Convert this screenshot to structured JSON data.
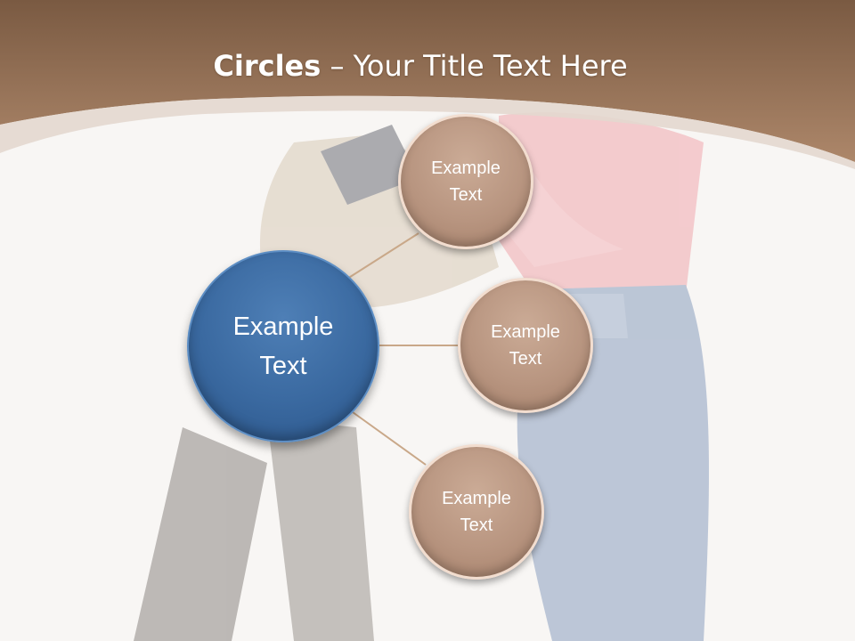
{
  "title": {
    "bold": "Circles",
    "rest": " – Your Title Text Here"
  },
  "diagram": {
    "center": {
      "text": "Example\nText"
    },
    "nodes": [
      {
        "text": "Example\nText"
      },
      {
        "text": "Example\nText"
      },
      {
        "text": "Example\nText"
      }
    ]
  },
  "colors": {
    "header": "#a07a5c",
    "header_dark": "#7a5a42",
    "center_circle": "#3a69a0",
    "node_circle": "#b89580",
    "connector": "#c9a889"
  }
}
